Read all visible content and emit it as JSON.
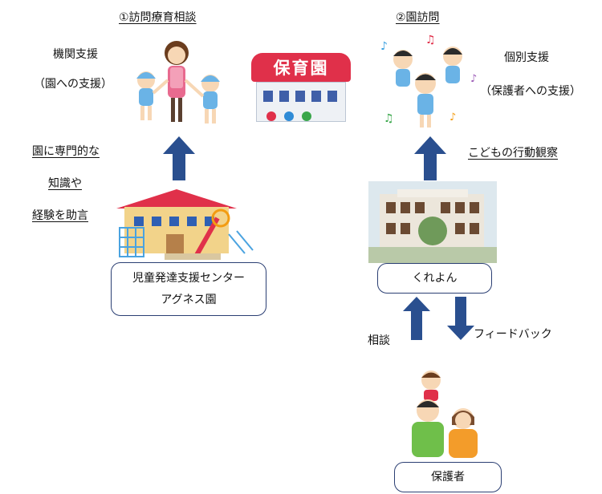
{
  "section1": {
    "title": "①訪問療育相談",
    "left_label_line1": "機関支援",
    "left_label_line2": "（園への支援）",
    "advice_line1": "園に専門的な",
    "advice_line2": "知識や",
    "advice_line3": "経験を助言"
  },
  "section2": {
    "title": "②園訪問",
    "right_label_line1": "個別支援",
    "right_label_line2": "（保護者への支援）",
    "observe_label": "こどもの行動観察"
  },
  "nursery_sign": "保育園",
  "center_box": {
    "line1": "児童発達支援センター",
    "line2": "アグネス園"
  },
  "kureyon_box": {
    "label": "くれよん"
  },
  "consult_label": "相談",
  "feedback_label": "フィードバック",
  "parent_box": {
    "label": "保護者"
  },
  "colors": {
    "arrow": "#2a4f8f",
    "box_border": "#2b3f73",
    "sign_red": "#e0304a"
  }
}
